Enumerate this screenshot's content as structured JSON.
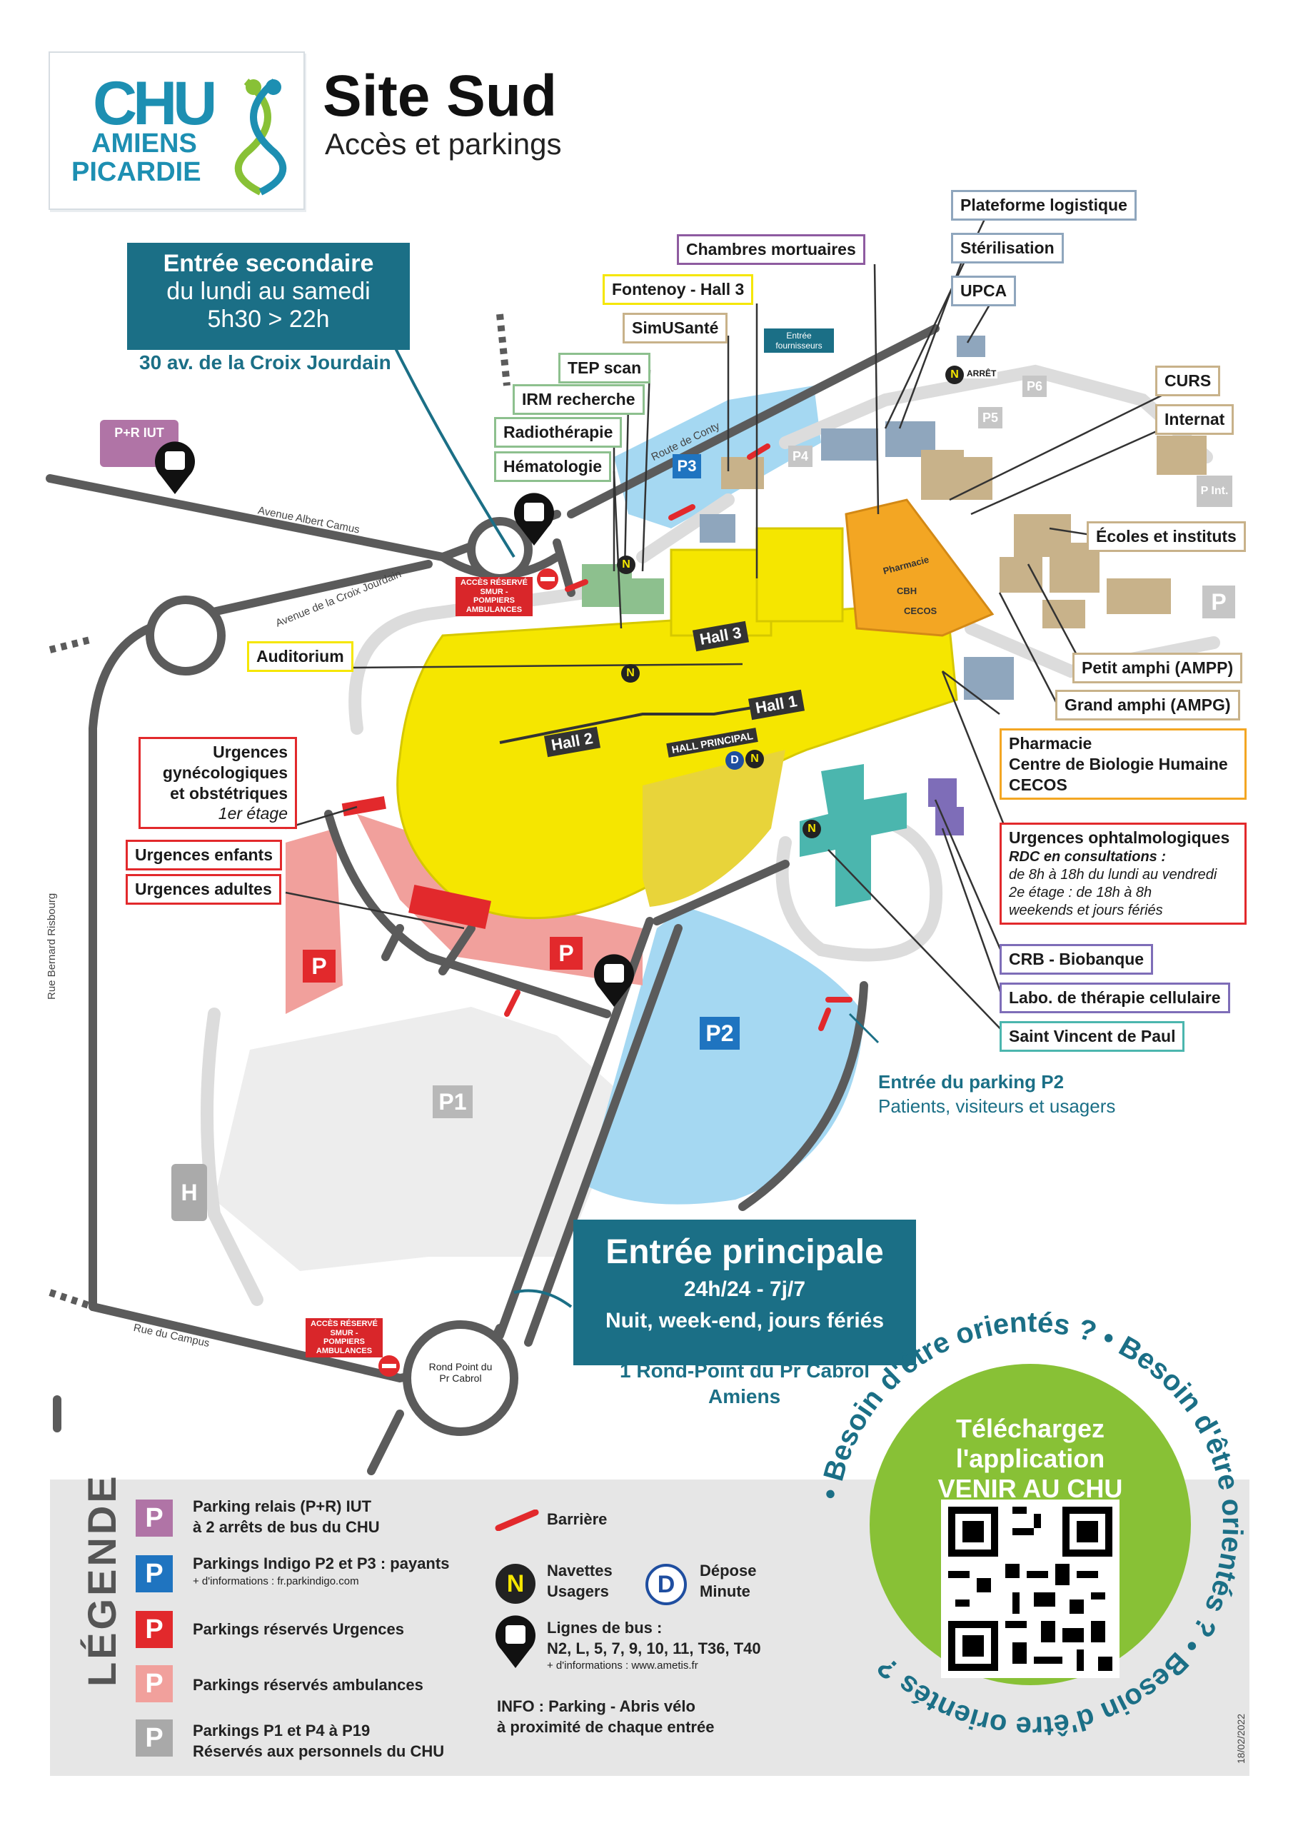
{
  "header": {
    "logo_chu": "CHU",
    "logo_amiens": "AMIENS",
    "logo_picardie": "PICARDIE",
    "title": "Site Sud",
    "subtitle": "Accès et parkings"
  },
  "entree_secondaire": {
    "title": "Entrée secondaire",
    "line1": "du lundi au samedi",
    "line2": "5h30 > 22h",
    "address": "30 av. de la Croix Jourdain"
  },
  "entree_principale": {
    "title": "Entrée principale",
    "line1": "24h/24 - 7j/7",
    "line2": "Nuit, week-end, jours fériés",
    "address1": "1 Rond-Point du Pr Cabrol",
    "address2": "Amiens"
  },
  "entree_p2": {
    "title": "Entrée du parking P2",
    "subtitle": "Patients, visiteurs et usagers"
  },
  "building_labels": {
    "plateforme": "Plateforme logistique",
    "sterilisation": "Stérilisation",
    "upca": "UPCA",
    "chambres": "Chambres mortuaires",
    "fontenoy": "Fontenoy - Hall 3",
    "simusante": "SimUSanté",
    "tep": "TEP scan",
    "irm": "IRM recherche",
    "radio": "Radiothérapie",
    "hemato": "Hématologie",
    "curs": "CURS",
    "internat": "Internat",
    "ecoles": "Écoles et instituts",
    "petit_amphi": "Petit amphi (AMPP)",
    "grand_amphi": "Grand amphi (AMPG)",
    "auditorium": "Auditorium",
    "urg_gyn_1": "Urgences",
    "urg_gyn_2": "gynécologiques",
    "urg_gyn_3": "et obstétriques",
    "urg_gyn_4": "1er étage",
    "urg_enfants": "Urgences enfants",
    "urg_adultes": "Urgences adultes",
    "pharmacie_1": "Pharmacie",
    "pharmacie_2": "Centre de Biologie Humaine",
    "pharmacie_3": "CECOS",
    "ophtalmo_1": "Urgences ophtalmologiques",
    "ophtalmo_2": "RDC en consultations :",
    "ophtalmo_3": "de 8h à 18h du lundi au vendredi",
    "ophtalmo_4": "2e étage : de 18h à 8h",
    "ophtalmo_5": "weekends et jours fériés",
    "crb": "CRB - Biobanque",
    "labo": "Labo. de thérapie cellulaire",
    "saint_vincent": "Saint Vincent de Paul"
  },
  "map_labels": {
    "hall1": "Hall 1",
    "hall2": "Hall 2",
    "hall3": "Hall 3",
    "hall_principal": "HALL PRINCIPAL",
    "pharmacie": "Pharmacie",
    "cbh": "CBH",
    "cecos": "CECOS",
    "p": "P",
    "p1": "P1",
    "p2": "P2",
    "p3": "P3",
    "p4": "P4",
    "p5": "P5",
    "p6": "P6",
    "pint": "P Int.",
    "pr_iut": "P+R IUT",
    "arret": "ARRÊT",
    "entree_fournisseurs": "Entrée fournisseurs",
    "acces_reserve_1": "ACCÈS RÉSERVÉ SMUR - POMPIERS AMBULANCES",
    "acces_reserve_2": "ACCÈS RÉSERVÉ SMUR - POMPIERS AMBULANCES",
    "rond_point": "Rond Point du Pr Cabrol",
    "n": "N",
    "d": "D",
    "h": "H"
  },
  "roads": {
    "albert_camus": "Avenue Albert Camus",
    "croix_jourdain": "Avenue de la Croix Jourdain",
    "route_conty": "Route de Conty",
    "bernard_risbourg": "Rue Bernard Risbourg",
    "campus": "Rue du Campus"
  },
  "legend": {
    "title": "LÉGENDE",
    "items": [
      {
        "text1": "Parking relais (P+R) IUT",
        "text2": "à 2 arrêts de bus du CHU",
        "color": "#b074a6"
      },
      {
        "text1": "Parkings Indigo P2 et P3 : payants",
        "text2": "+ d'informations : fr.parkindigo.com",
        "color": "#1f74c0"
      },
      {
        "text1": "Parkings réservés Urgences",
        "text2": "",
        "color": "#e2292c"
      },
      {
        "text1": "Parkings réservés ambulances",
        "text2": "",
        "color": "#f1a09c"
      },
      {
        "text1": "Parkings P1 et P4 à P19",
        "text2": "Réservés aux personnels du CHU",
        "color": "#a9a9a9"
      }
    ],
    "barriere": "Barrière",
    "navettes": "Navettes",
    "usagers": "Usagers",
    "depose": "Dépose",
    "minute": "Minute",
    "bus_title": "Lignes de bus :",
    "bus_lines": "N2, L, 5, 7, 9, 10, 11, T36, T40",
    "bus_info": "+ d'informations : www.ametis.fr",
    "info_1": "INFO : Parking - Abris vélo",
    "info_2": "à proximité de chaque entrée"
  },
  "app": {
    "line1": "Téléchargez",
    "line2": "l'application",
    "line3": "VENIR AU CHU",
    "ring_text": "• Besoin d'être orientés ? • Besoin d'être orientés ? • Besoin d'être orientés ?"
  },
  "date": "18/02/2022"
}
